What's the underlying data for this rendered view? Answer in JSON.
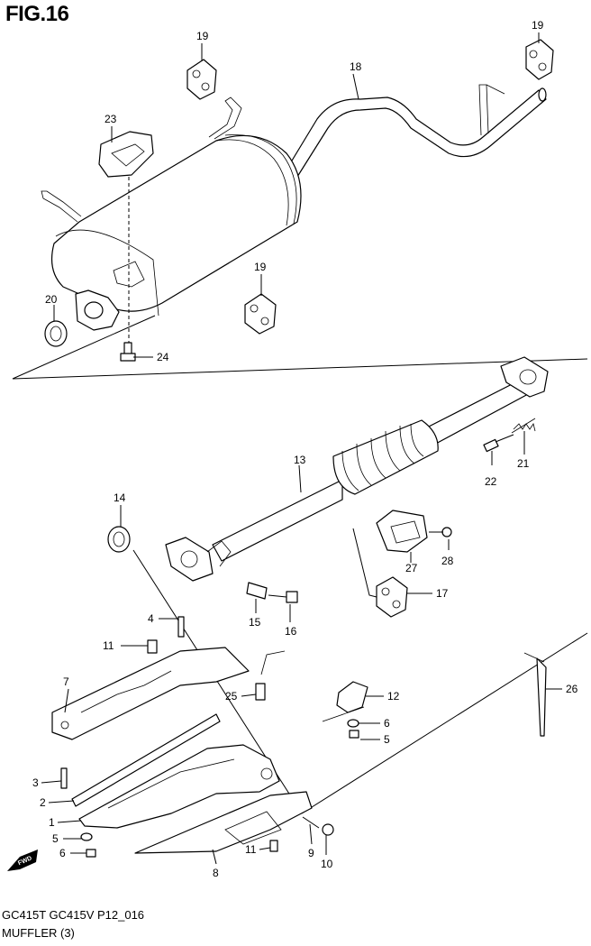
{
  "figure": {
    "title": "FIG.16",
    "code": "GC415T GC415V P12_016",
    "name": "MUFFLER (3)"
  },
  "callouts": [
    {
      "id": "c19a",
      "label": "19"
    },
    {
      "id": "c19b",
      "label": "19"
    },
    {
      "id": "c18",
      "label": "18"
    },
    {
      "id": "c23",
      "label": "23"
    },
    {
      "id": "c19c",
      "label": "19"
    },
    {
      "id": "c20",
      "label": "20"
    },
    {
      "id": "c24",
      "label": "24"
    },
    {
      "id": "c13",
      "label": "13"
    },
    {
      "id": "c22",
      "label": "22"
    },
    {
      "id": "c21",
      "label": "21"
    },
    {
      "id": "c14",
      "label": "14"
    },
    {
      "id": "c28",
      "label": "28"
    },
    {
      "id": "c27",
      "label": "27"
    },
    {
      "id": "c17",
      "label": "17"
    },
    {
      "id": "c15",
      "label": "15"
    },
    {
      "id": "c16",
      "label": "16"
    },
    {
      "id": "c4",
      "label": "4"
    },
    {
      "id": "c11a",
      "label": "11"
    },
    {
      "id": "c7",
      "label": "7"
    },
    {
      "id": "c25",
      "label": "25"
    },
    {
      "id": "c12",
      "label": "12"
    },
    {
      "id": "c6a",
      "label": "6"
    },
    {
      "id": "c5a",
      "label": "5"
    },
    {
      "id": "c26",
      "label": "26"
    },
    {
      "id": "c3",
      "label": "3"
    },
    {
      "id": "c2",
      "label": "2"
    },
    {
      "id": "c1",
      "label": "1"
    },
    {
      "id": "c5b",
      "label": "5"
    },
    {
      "id": "c6b",
      "label": "6"
    },
    {
      "id": "c11b",
      "label": "11"
    },
    {
      "id": "c9",
      "label": "9"
    },
    {
      "id": "c10",
      "label": "10"
    },
    {
      "id": "c8",
      "label": "8"
    }
  ],
  "fwd_label": "FWD"
}
